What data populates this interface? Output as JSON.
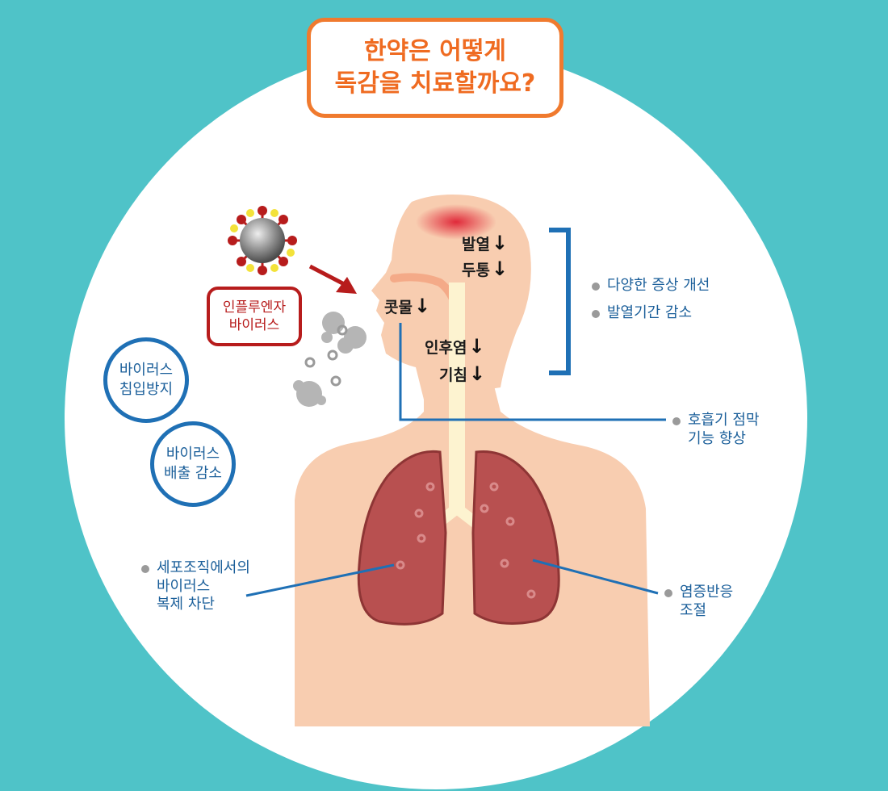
{
  "title": {
    "line1": "한약은 어떻게",
    "line2": "독감을 치료할까요?"
  },
  "virus_label": {
    "line1": "인플루엔자",
    "line2": "바이러스"
  },
  "circle_labels": [
    {
      "line1": "바이러스",
      "line2": "침입방지"
    },
    {
      "line1": "바이러스",
      "line2": "배출 감소"
    }
  ],
  "symptoms": [
    {
      "label": "발열",
      "arrow": "↓"
    },
    {
      "label": "두통",
      "arrow": "↓"
    },
    {
      "label": "콧물",
      "arrow": "↓"
    },
    {
      "label": "인후염",
      "arrow": "↓"
    },
    {
      "label": "기침",
      "arrow": "↓"
    }
  ],
  "effects": {
    "symptom_improve": "다양한 증상 개선",
    "fever_period": "발열기간 감소",
    "respiratory": {
      "line1": "호흡기 점막",
      "line2": "기능 향상"
    },
    "replication": {
      "line1": "세포조직에서의",
      "line2": "바이러스",
      "line3": "복제 차단"
    },
    "inflammation": {
      "line1": "염증반응",
      "line2": "조절"
    }
  },
  "colors": {
    "background": "#4fc3c8",
    "title_orange": "#ef6b21",
    "label_blue": "#1b5f9a",
    "virus_red": "#b71c1c",
    "skin": "#f8cdb0",
    "lung": "#b85050"
  }
}
